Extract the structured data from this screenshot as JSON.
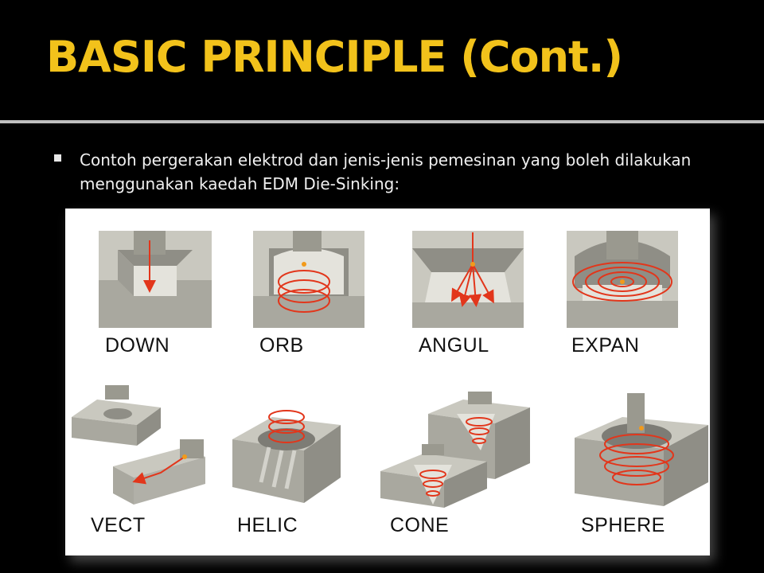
{
  "slide": {
    "title": "BASIC PRINCIPLE (Cont.)",
    "bullet": "Contoh pergerakan elektrod dan jenis-jenis pemesinan yang boleh dilakukan menggunakan kaedah EDM Die-Sinking:"
  },
  "figures": [
    {
      "label": "DOWN"
    },
    {
      "label": "ORB"
    },
    {
      "label": "ANGUL"
    },
    {
      "label": "EXPAN"
    },
    {
      "label": "VECT"
    },
    {
      "label": "HELIC"
    },
    {
      "label": "CONE"
    },
    {
      "label": "SPHERE"
    }
  ],
  "colors": {
    "title": "#f2c21b",
    "path": "#e2361b",
    "block": "#b9b8ae",
    "block_dark": "#8f8e86"
  }
}
